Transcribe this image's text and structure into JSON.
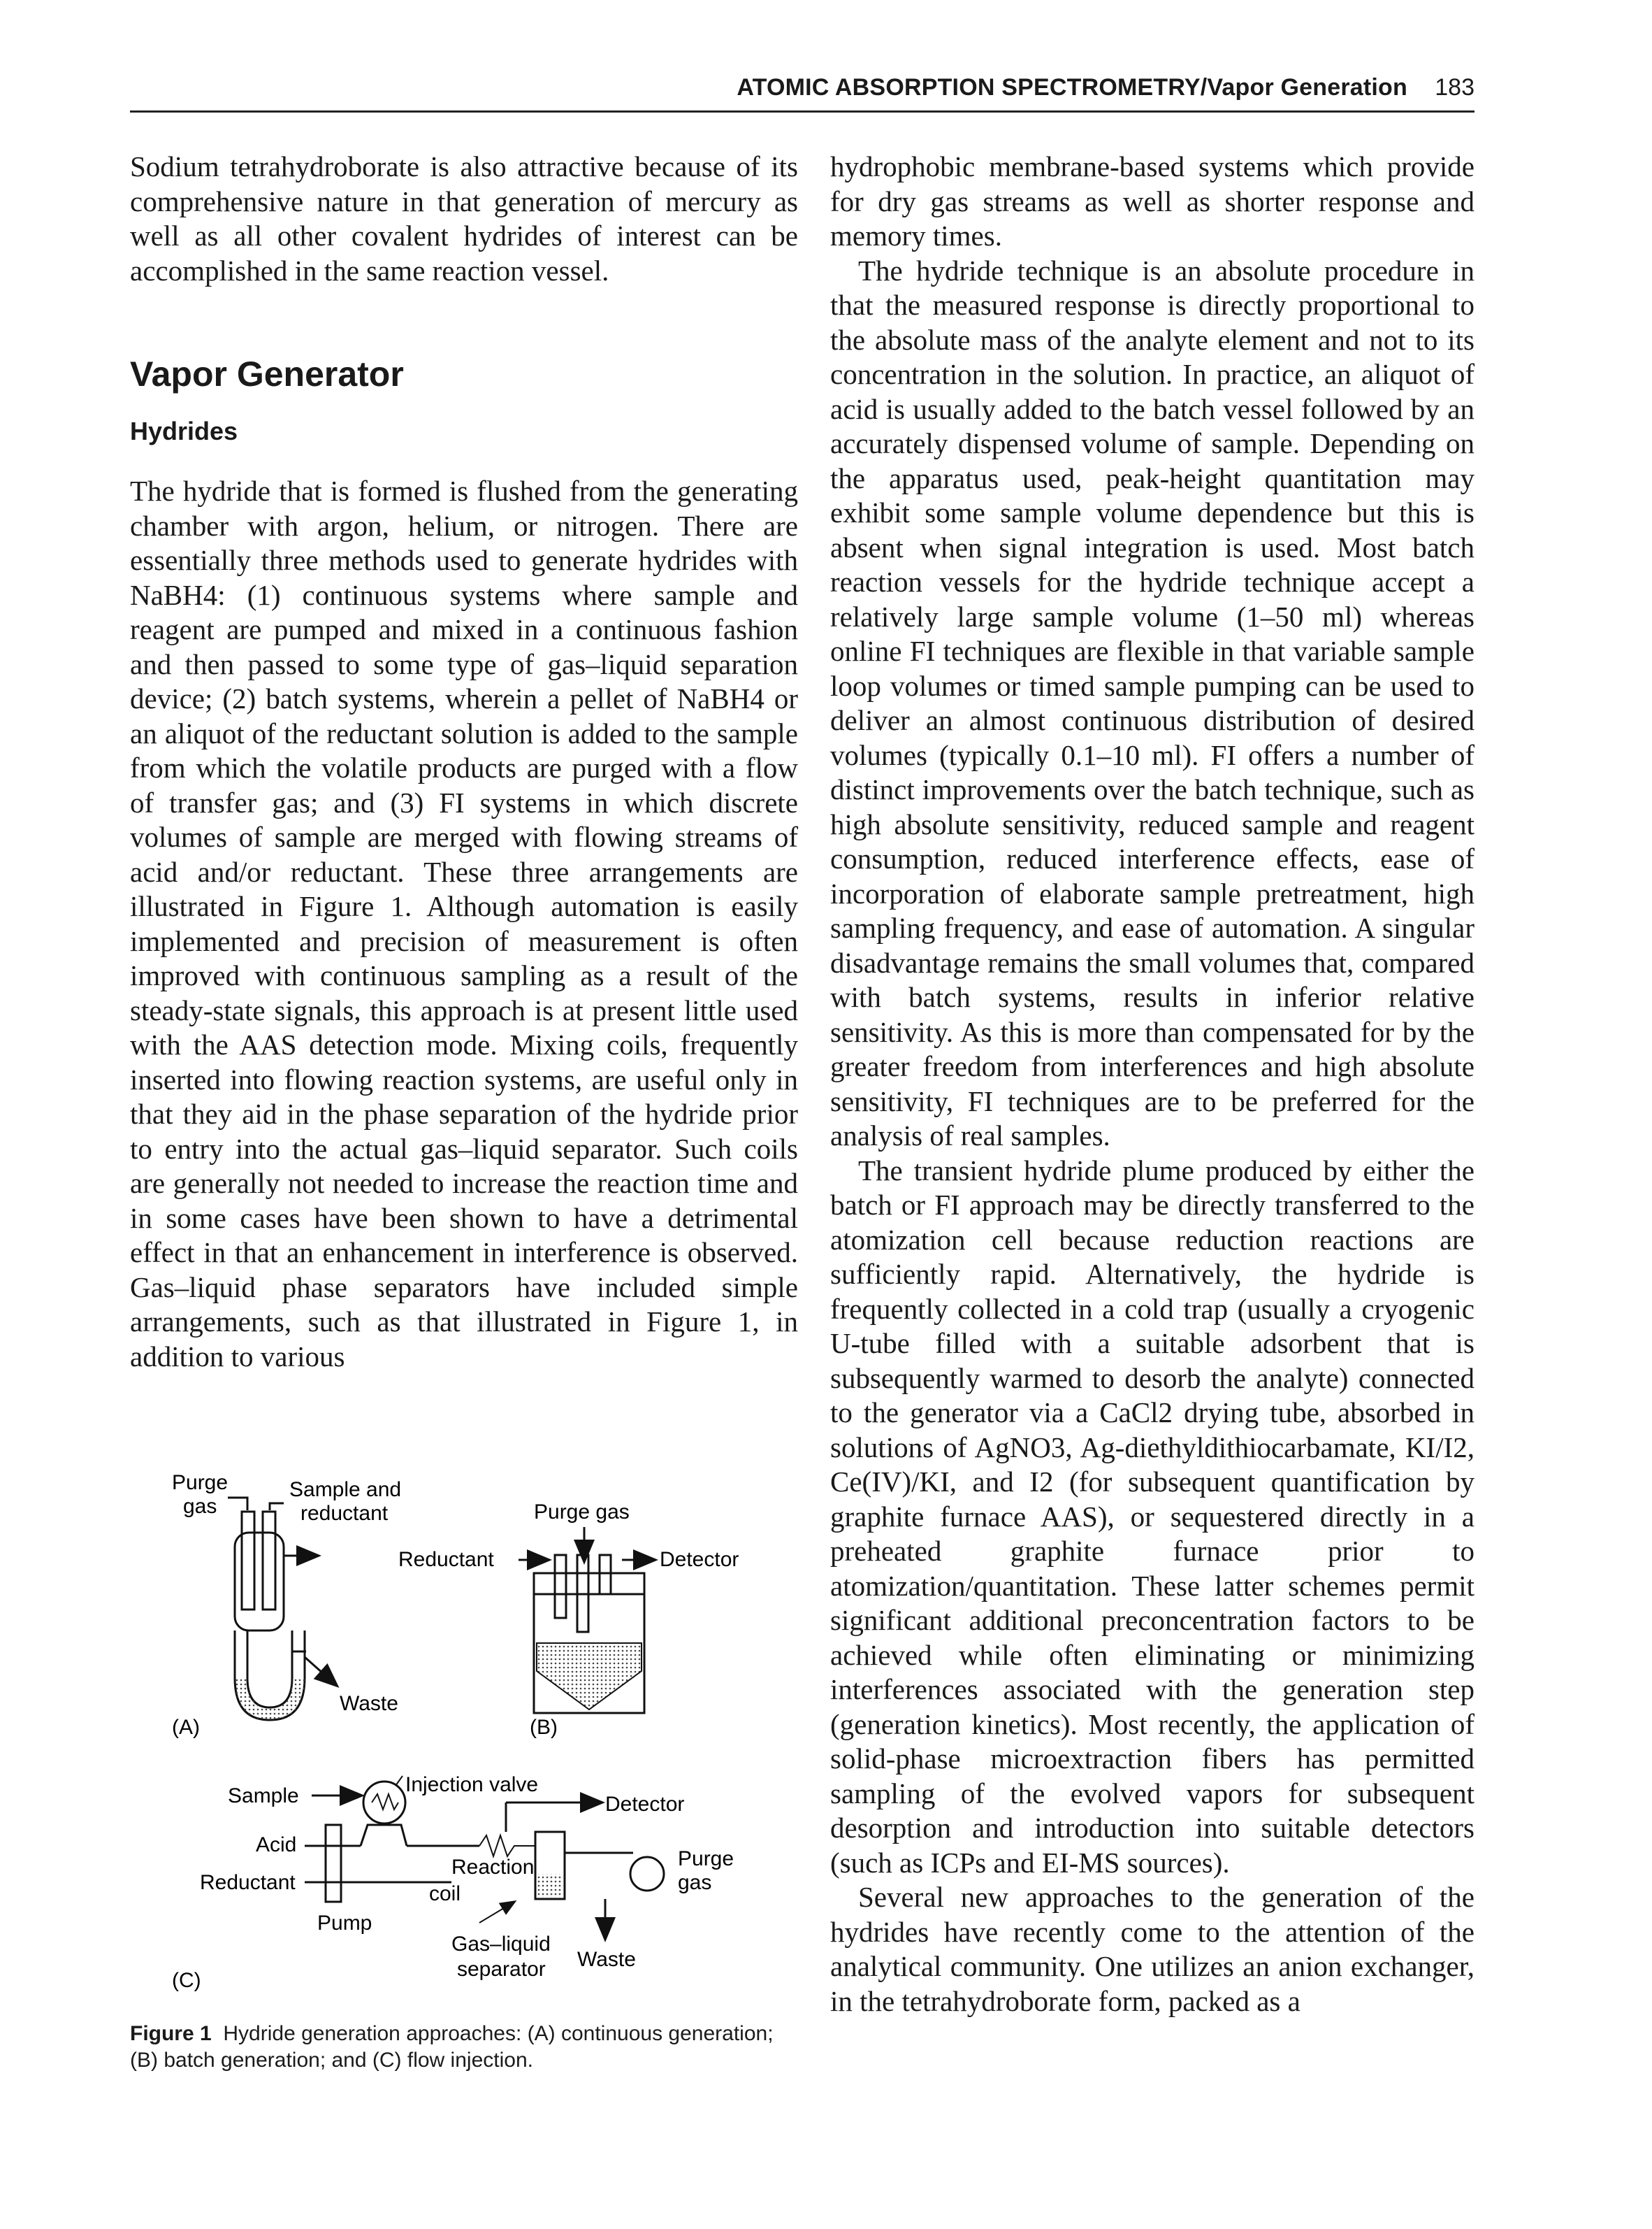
{
  "header": {
    "title": "ATOMIC ABSORPTION SPECTROMETRY/Vapor Generation",
    "page_number": "183"
  },
  "left": {
    "intro_paragraph": "Sodium tetrahydroborate is also attractive because of its comprehensive nature in that generation of mercury as well as all other covalent hydrides of interest can be accomplished in the same reaction vessel.",
    "section_heading": "Vapor Generator",
    "subsection_heading": "Hydrides",
    "hydrides_paragraph": "The hydride that is formed is flushed from the generating chamber with argon, helium, or nitrogen. There are essentially three methods used to generate hydrides with NaBH4: (1) continuous systems where sample and reagent are pumped and mixed in a continuous fashion and then passed to some type of gas–liquid separation device; (2) batch systems, wherein a pellet of NaBH4 or an aliquot of the reductant solution is added to the sample from which the volatile products are purged with a flow of transfer gas; and (3) FI systems in which discrete volumes of sample are merged with flowing streams of acid and/or reductant. These three arrangements are illustrated in Figure 1. Although automation is easily implemented and precision of measurement is often improved with continuous sampling as a result of the steady-state signals, this approach is at present little used with the AAS detection mode. Mixing coils, frequently inserted into flowing reaction systems, are useful only in that they aid in the phase separation of the hydride prior to entry into the actual gas–liquid separator. Such coils are generally not needed to increase the reaction time and in some cases have been shown to have a detrimental effect in that an enhancement in interference is observed. Gas–liquid phase separators have included simple arrangements, such as that illustrated in Figure 1, in addition to various"
  },
  "right": {
    "p1": "hydrophobic membrane-based systems which provide for dry gas streams as well as shorter response and memory times.",
    "p2": "The hydride technique is an absolute procedure in that the measured response is directly proportional to the absolute mass of the analyte element and not to its concentration in the solution. In practice, an aliquot of acid is usually added to the batch vessel followed by an accurately dispensed volume of sample. Depending on the apparatus used, peak-height quantitation may exhibit some sample volume dependence but this is absent when signal integration is used. Most batch reaction vessels for the hydride technique accept a relatively large sample volume (1–50 ml) whereas online FI techniques are flexible in that variable sample loop volumes or timed sample pumping can be used to deliver an almost continuous distribution of desired volumes (typically 0.1–10 ml). FI offers a number of distinct improvements over the batch technique, such as high absolute sensitivity, reduced sample and reagent consumption, reduced interference effects, ease of incorporation of elaborate sample pretreatment, high sampling frequency, and ease of automation. A singular disadvantage remains the small volumes that, compared with batch systems, results in inferior relative sensitivity. As this is more than compensated for by the greater freedom from interferences and high absolute sensitivity, FI techniques are to be preferred for the analysis of real samples.",
    "p3": "The transient hydride plume produced by either the batch or FI approach may be directly transferred to the atomization cell because reduction reactions are sufficiently rapid. Alternatively, the hydride is frequently collected in a cold trap (usually a cryogenic U-tube filled with a suitable adsorbent that is subsequently warmed to desorb the analyte) connected to the generator via a CaCl2 drying tube, absorbed in solutions of AgNO3, Ag-diethyldithiocarbamate, KI/I2, Ce(IV)/KI, and I2 (for subsequent quantification by graphite furnace AAS), or sequestered directly in a preheated graphite furnace prior to atomization/quantitation. These latter schemes permit significant additional preconcentration factors to be achieved while often eliminating or minimizing interferences associated with the generation step (generation kinetics). Most recently, the application of solid-phase microextraction fibers has permitted sampling of the evolved vapors for subsequent desorption and introduction into suitable detectors (such as ICPs and EI-MS sources).",
    "p4": "Several new approaches to the generation of the hydrides have recently come to the attention of the analytical community. One utilizes an anion exchanger, in the tetrahydroborate form, packed as a"
  },
  "figure": {
    "labels": {
      "purge_gas_a": "Purge",
      "purge_gas_a2": "gas",
      "sample_reductant_a": "Sample and",
      "sample_reductant_a2": "reductant",
      "waste_a": "Waste",
      "panel_a": "(A)",
      "purge_gas_b": "Purge gas",
      "reductant_b": "Reductant",
      "detector_b": "Detector",
      "panel_b": "(B)",
      "sample_c": "Sample",
      "injection_valve_c": "Injection valve",
      "detector_c": "Detector",
      "acid_c": "Acid",
      "reductant_c": "Reductant",
      "purge_c": "Purge",
      "gas_c": "gas",
      "reaction_c": "Reaction",
      "coil_c": "coil",
      "pump_c": "Pump",
      "gas_liquid_c": "Gas–liquid",
      "separator_c": "separator",
      "waste_c": "Waste",
      "panel_c": "(C)"
    },
    "caption_label": "Figure 1",
    "caption_text": "Hydride generation approaches: (A) continuous generation; (B) batch generation; and (C) flow injection."
  }
}
